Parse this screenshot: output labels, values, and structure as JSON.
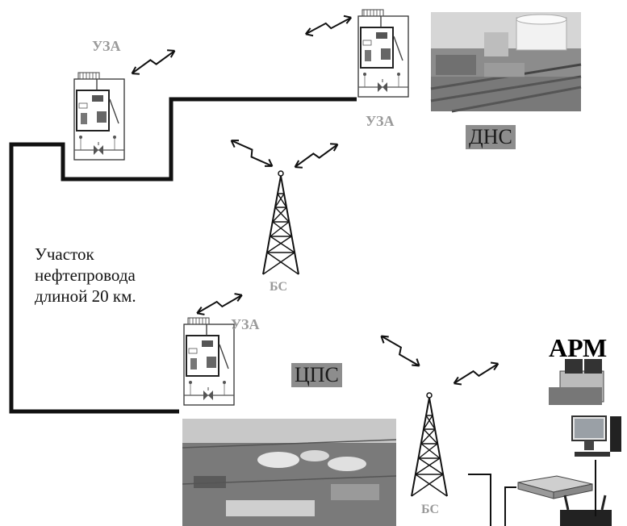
{
  "labels": {
    "uza": "УЗА",
    "bs": "БС",
    "dns": "ДНС",
    "cps": "ЦПС",
    "arm": "АРМ",
    "pipeline_lines": [
      "Участок",
      "нефтепровода",
      "длиной 20 км."
    ]
  },
  "colors": {
    "pipe": "#111111",
    "gray_label": "#9a9a9a",
    "box_label": "#8d8d8d"
  },
  "icons": [
    "valve-unit-icon",
    "radio-tower-icon",
    "wireless-link-icon",
    "workstation-icon",
    "network-switch-icon",
    "router-icon"
  ]
}
